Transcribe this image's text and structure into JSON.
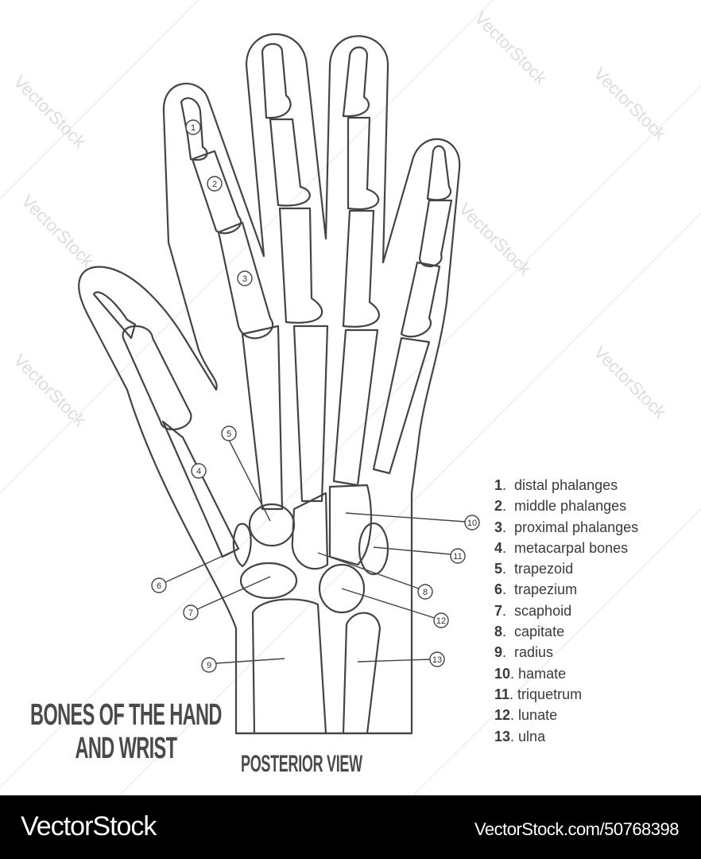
{
  "title_line1": "BONES OF THE HAND",
  "title_line2": "AND WRIST",
  "subtitle": "POSTERIOR VIEW",
  "callouts": [
    "1",
    "2",
    "3",
    "4",
    "5",
    "6",
    "7",
    "8",
    "9",
    "10",
    "11",
    "12",
    "13"
  ],
  "legend": [
    {
      "num": "1",
      "label": "distal phalanges"
    },
    {
      "num": "2",
      "label": "middle phalanges"
    },
    {
      "num": "3",
      "label": "proximal phalanges"
    },
    {
      "num": "4",
      "label": "metacarpal bones"
    },
    {
      "num": "5",
      "label": "trapezoid"
    },
    {
      "num": "6",
      "label": "trapezium"
    },
    {
      "num": "7",
      "label": "scaphoid"
    },
    {
      "num": "8",
      "label": "capitate"
    },
    {
      "num": "9",
      "label": "radius"
    },
    {
      "num": "10",
      "label": "hamate"
    },
    {
      "num": "11",
      "label": "triquetrum"
    },
    {
      "num": "12",
      "label": "lunate"
    },
    {
      "num": "13",
      "label": "ulna"
    }
  ],
  "watermark": "VectorStock",
  "footer": {
    "brand": "VectorStock",
    "url": "VectorStock.com/50768398"
  },
  "colors": {
    "line": "#444444",
    "text": "#3a3a3a",
    "footer_bg": "#000000"
  }
}
